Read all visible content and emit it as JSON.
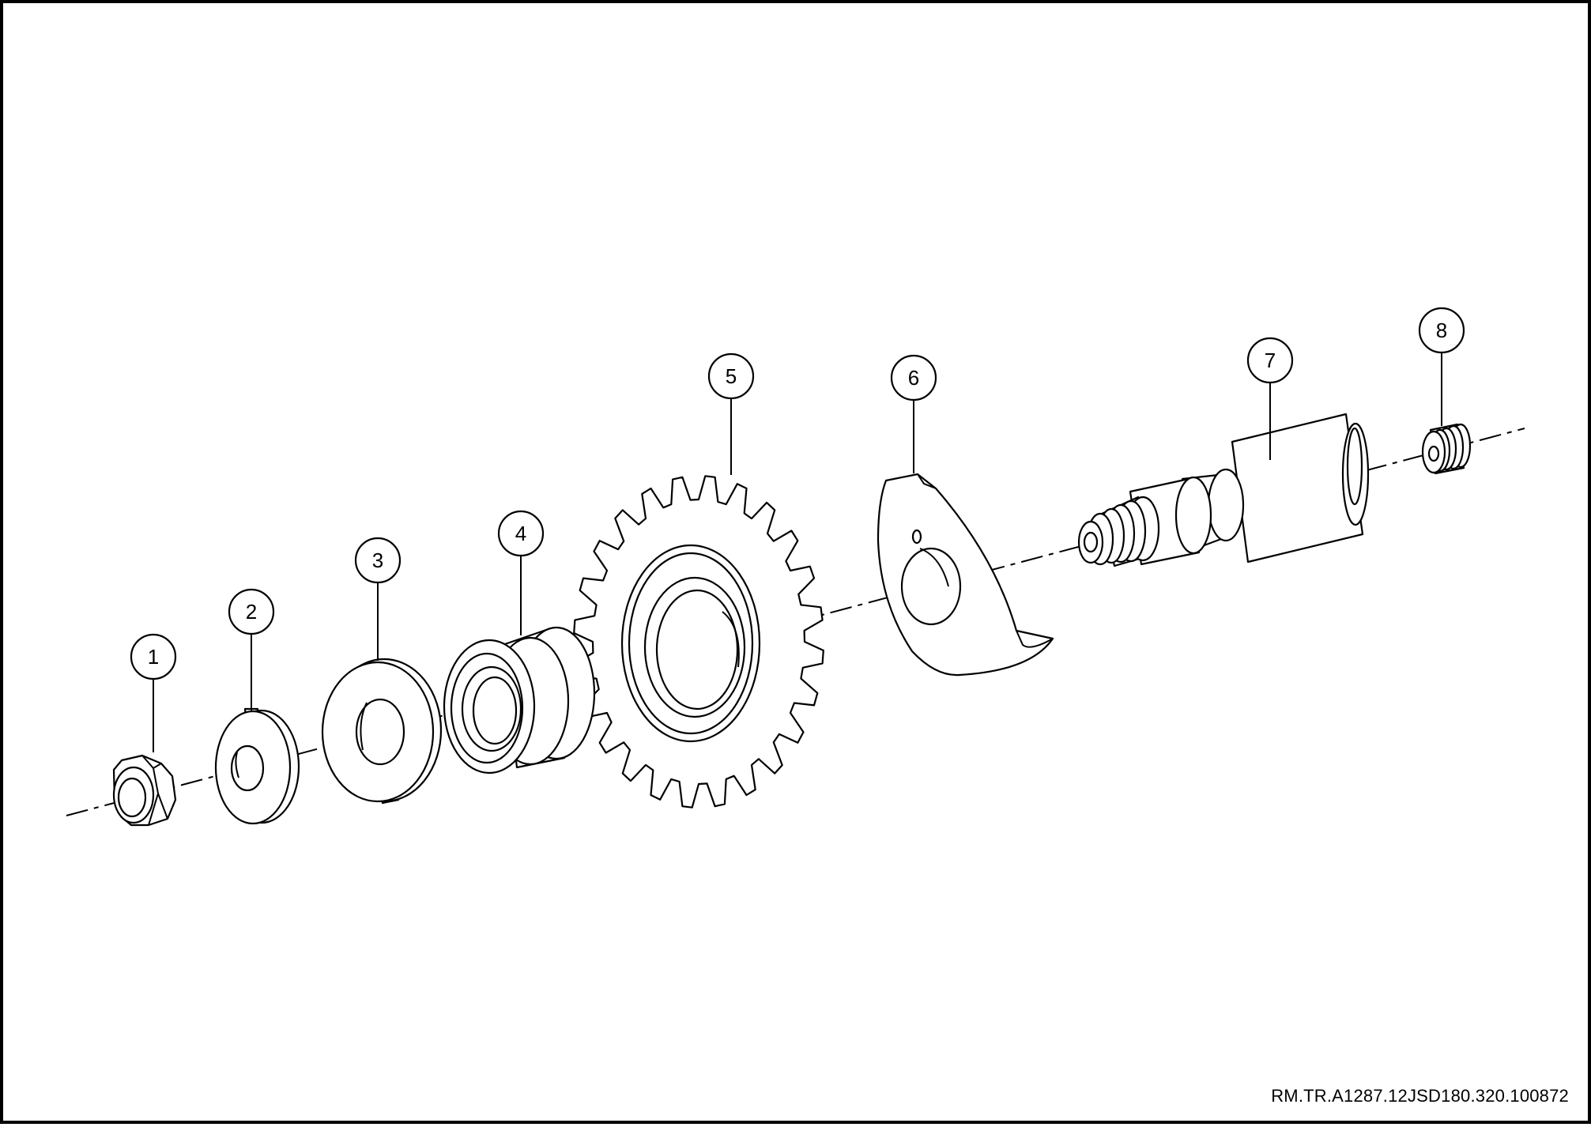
{
  "drawing_reference": "RM.TR.A1287.12JSD180.320.100872",
  "callouts": [
    {
      "id": 1,
      "label": "1"
    },
    {
      "id": 2,
      "label": "2"
    },
    {
      "id": 3,
      "label": "3"
    },
    {
      "id": 4,
      "label": "4"
    },
    {
      "id": 5,
      "label": "5"
    },
    {
      "id": 6,
      "label": "6"
    },
    {
      "id": 7,
      "label": "7"
    },
    {
      "id": 8,
      "label": "8"
    }
  ]
}
